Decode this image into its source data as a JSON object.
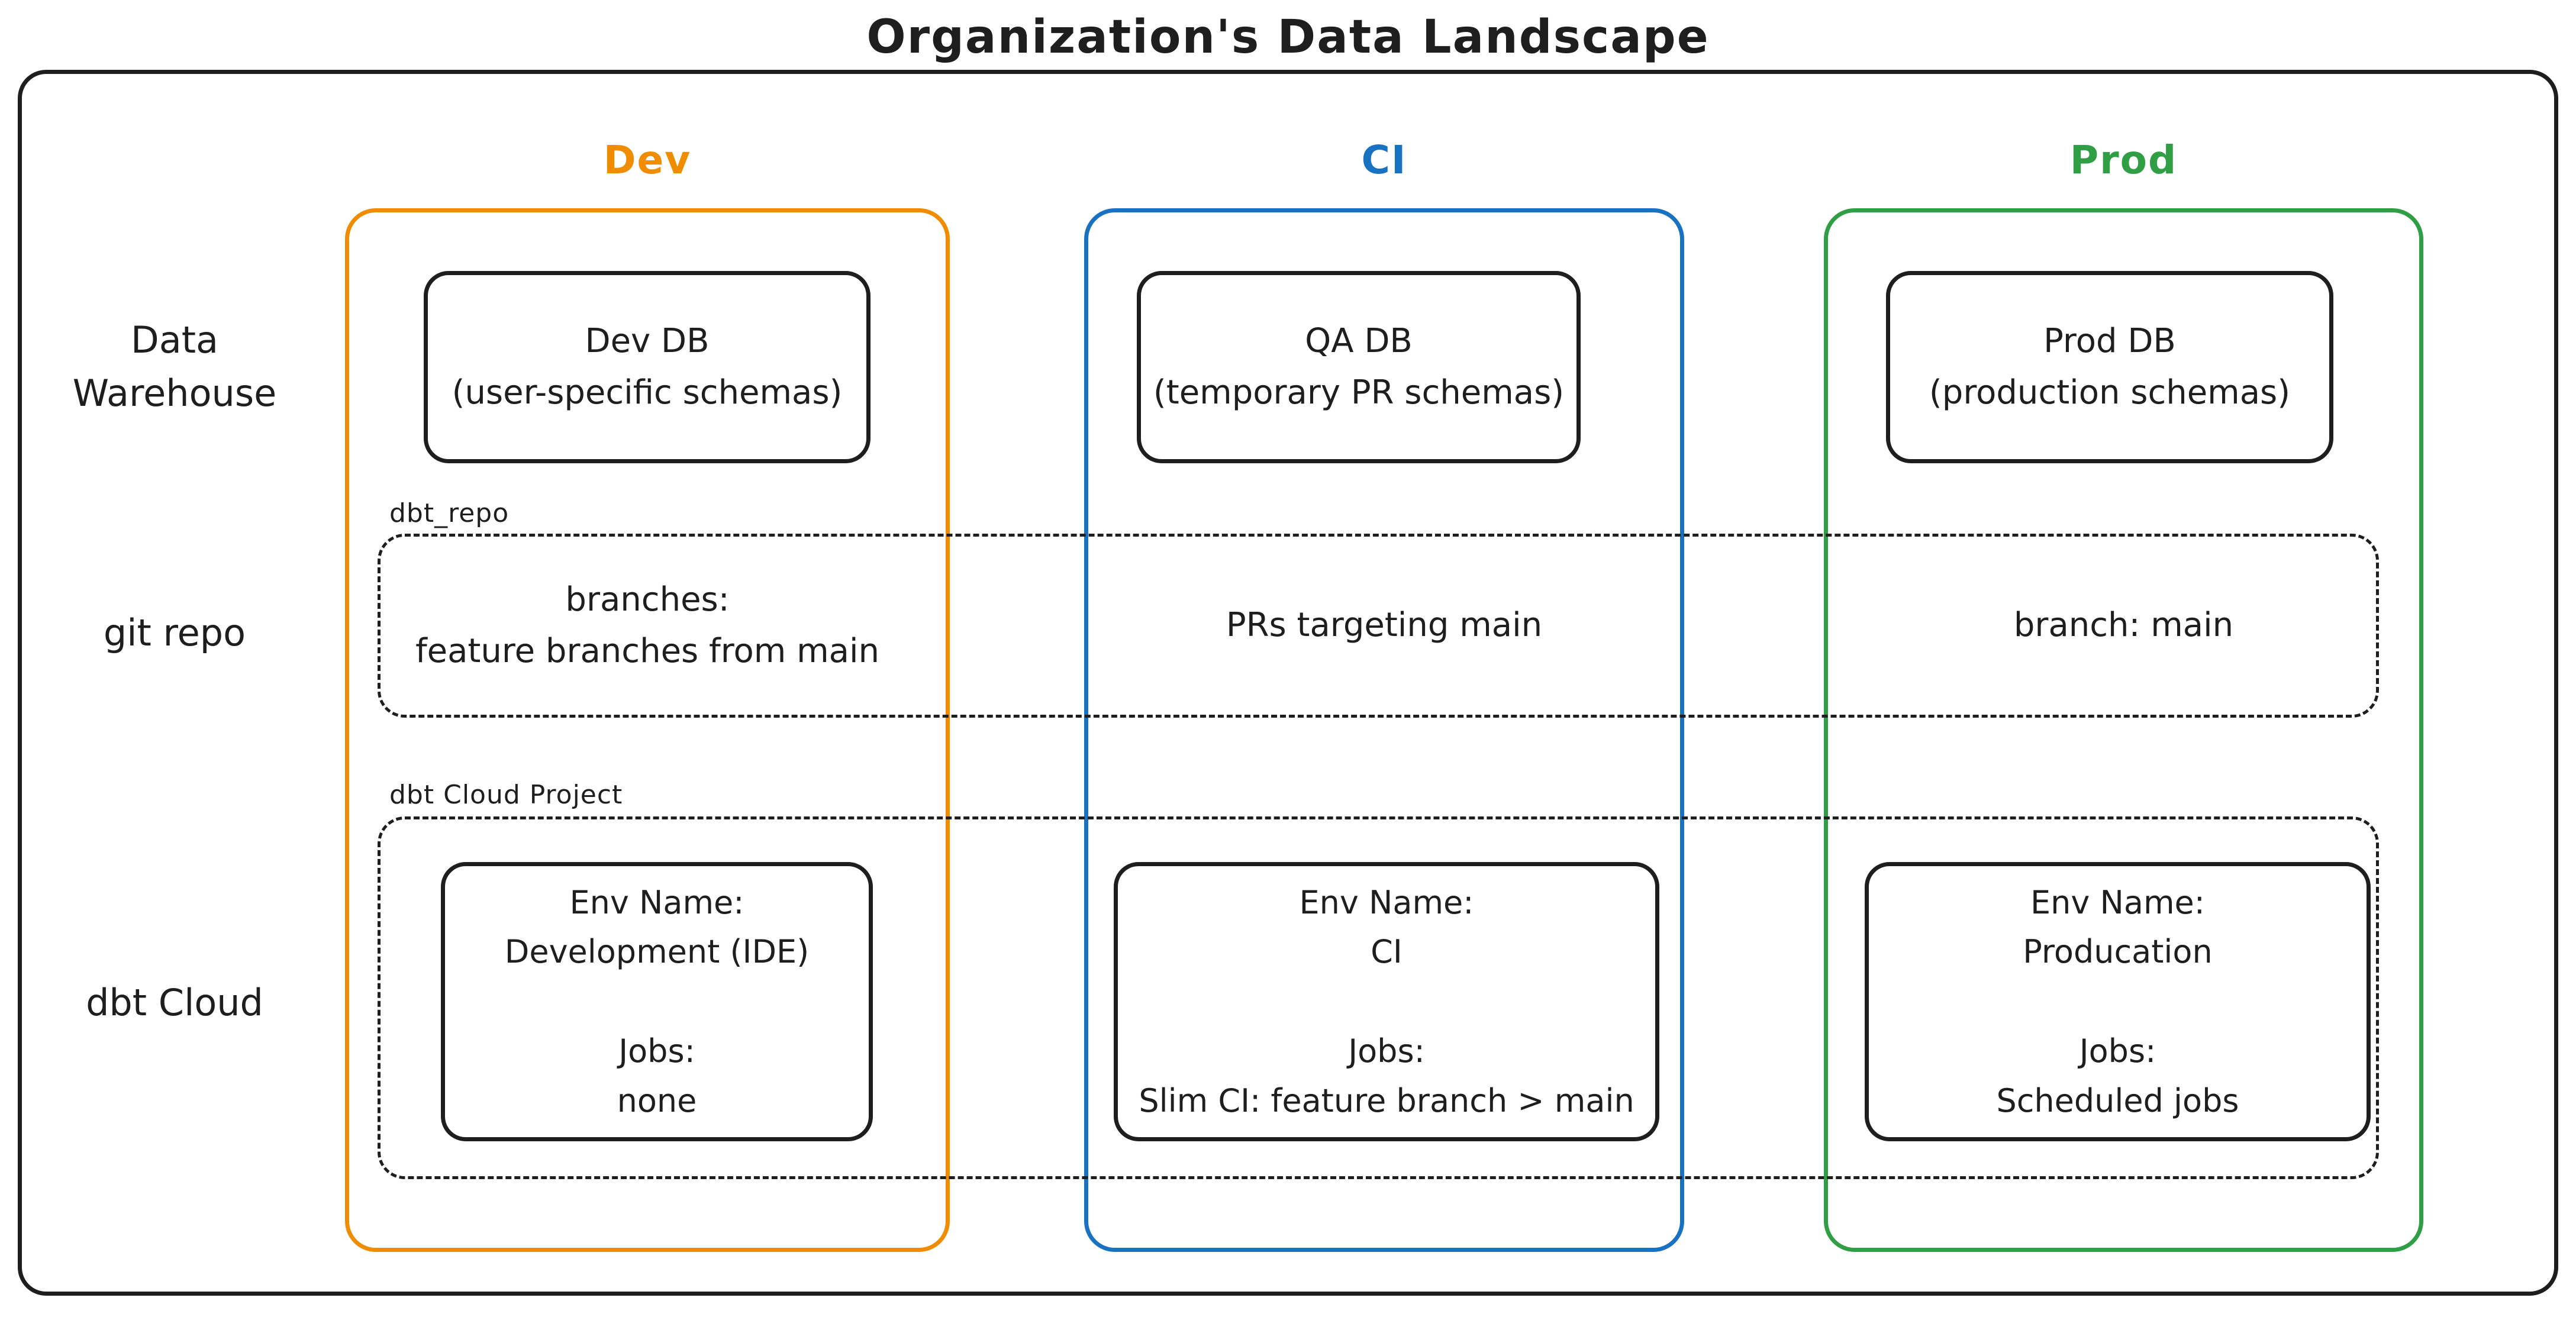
{
  "title": "Organization's Data Landscape",
  "colors": {
    "dev_accent": "#f08c00",
    "ci_accent": "#1971c2",
    "prod_accent": "#2f9e44",
    "stroke": "#1e1e1e"
  },
  "row_labels": {
    "warehouse": "Data\nWarehouse",
    "git": "git repo",
    "cloud": "dbt Cloud"
  },
  "group_labels": {
    "repo": "dbt_repo",
    "project": "dbt Cloud Project"
  },
  "columns": [
    {
      "label": "Dev",
      "warehouse_box": "Dev DB\n(user-specific schemas)",
      "git_text": "branches:\nfeature branches from main",
      "cloud_box": {
        "env_label": "Env Name:",
        "env_value": "Development (IDE)",
        "jobs_label": "Jobs:",
        "jobs_value": "none"
      }
    },
    {
      "label": "CI",
      "warehouse_box": "QA DB\n(temporary PR schemas)",
      "git_text": "PRs targeting main",
      "cloud_box": {
        "env_label": "Env Name:",
        "env_value": "CI",
        "jobs_label": "Jobs:",
        "jobs_value": "Slim CI: feature branch > main"
      }
    },
    {
      "label": "Prod",
      "warehouse_box": "Prod DB\n(production schemas)",
      "git_text": "branch: main",
      "cloud_box": {
        "env_label": "Env Name:",
        "env_value": "Producation",
        "jobs_label": "Jobs:",
        "jobs_value": "Scheduled jobs"
      }
    }
  ]
}
